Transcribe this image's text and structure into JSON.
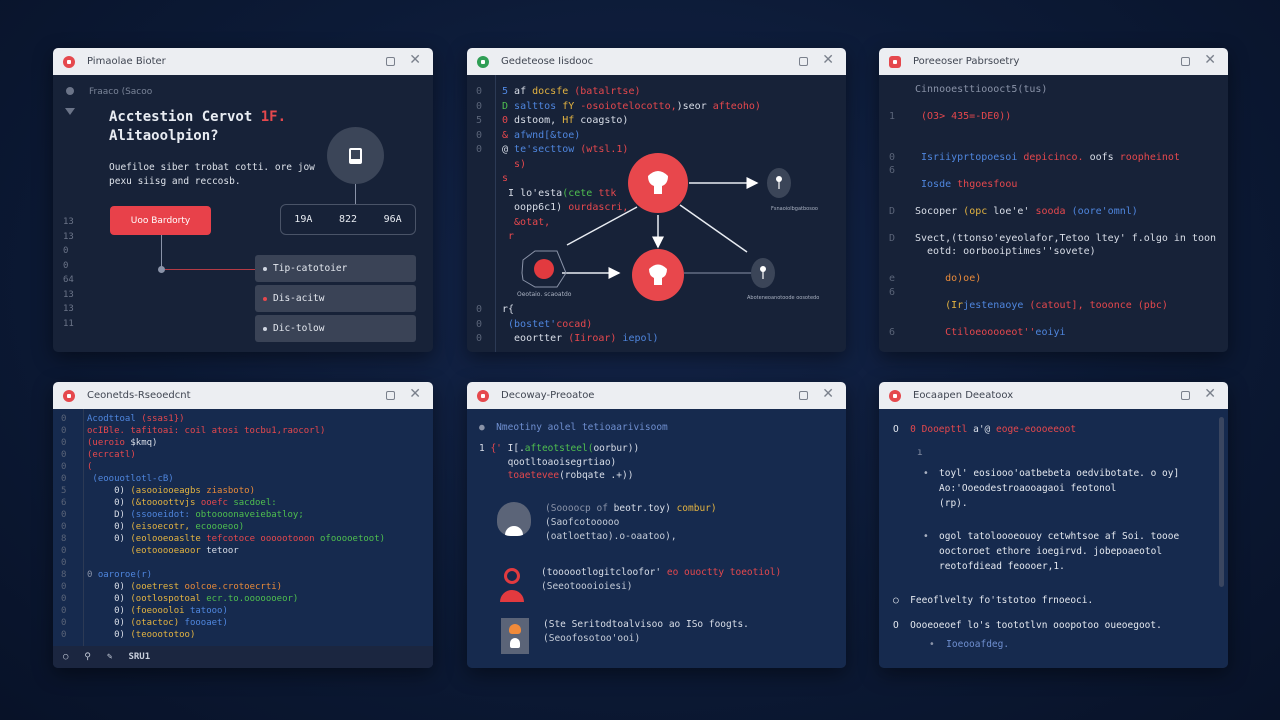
{
  "colors": {
    "accent": "#e5484d",
    "background": "#0c1a36",
    "panel": "#172238",
    "titlebar": "#eceef2"
  },
  "w1": {
    "title": "Pimaolae Bioter",
    "subtitle": "Fraaco (Sacoo",
    "heading_line1": "Acctestion Cervot ",
    "heading_accent": "1F.",
    "heading_line2": "Alitaoolpion?",
    "paragraph_line1": "Ouefiloe siber trobat cotti. ore jow",
    "paragraph_line2": "pexu siisg and reccosb.",
    "button": "Uoo Bardorty",
    "gutter": [
      "13",
      "13",
      "0",
      "0",
      "64",
      "13",
      "13",
      "11"
    ],
    "stats": [
      "19A",
      "822",
      "96A"
    ],
    "list": [
      {
        "label": "Tip-catotoier",
        "dot": "#cfd5e0"
      },
      {
        "label": "Dis-acitw",
        "dot": "#e5484d"
      },
      {
        "label": "Dic-tolow",
        "dot": "#cfd5e0"
      }
    ]
  },
  "w2": {
    "title": "Gedeteose Iisdooc",
    "lines": [
      {
        "g": "0",
        "s": [
          [
            "5 ",
            "b"
          ],
          [
            "af ",
            "w"
          ],
          [
            "docsfe ",
            "y"
          ],
          [
            "(batalrtse)",
            "r"
          ]
        ]
      },
      {
        "g": "0",
        "s": [
          [
            "D ",
            "gr"
          ],
          [
            "salttos ",
            "b"
          ],
          [
            "fY ",
            "y"
          ],
          [
            "-osoiotelocotto,",
            "r"
          ],
          [
            ")seor ",
            "w"
          ],
          [
            "afteoho)",
            "r"
          ]
        ]
      },
      {
        "g": "5",
        "s": [
          [
            "0 ",
            "r"
          ],
          [
            "dstoom, ",
            "w"
          ],
          [
            "Hf ",
            "y"
          ],
          [
            "coagsto)",
            "w"
          ]
        ]
      },
      {
        "g": "0",
        "s": [
          [
            "& ",
            "r"
          ],
          [
            "afwnd[&toe)",
            "b"
          ]
        ]
      },
      {
        "g": "0",
        "s": [
          [
            "@ ",
            "w"
          ],
          [
            "te'secttow ",
            "b"
          ],
          [
            "(wtsl.1)",
            "r"
          ]
        ]
      },
      {
        "g": "",
        "s": [
          [
            "  s)",
            "r"
          ]
        ]
      },
      {
        "g": "",
        "s": [
          [
            "s",
            "r"
          ]
        ]
      },
      {
        "g": "",
        "s": [
          [
            " I ",
            "w"
          ],
          [
            "lo'esta",
            "w"
          ],
          [
            "(cete ",
            "gr"
          ],
          [
            "ttk",
            "r"
          ]
        ]
      },
      {
        "g": "",
        "s": [
          [
            "  oopp6c1) ",
            "w"
          ],
          [
            "ourdascri,",
            "r"
          ]
        ]
      },
      {
        "g": "",
        "s": [
          [
            "  &otat,",
            "r"
          ]
        ]
      },
      {
        "g": "",
        "s": [
          [
            " r",
            "r"
          ]
        ]
      }
    ],
    "tail": [
      {
        "g": "0",
        "s": [
          [
            "r{",
            "w"
          ]
        ]
      },
      {
        "g": "0",
        "s": [
          [
            " (bostet'",
            "b"
          ],
          [
            "cocad)",
            "r"
          ]
        ]
      },
      {
        "g": "0",
        "s": [
          [
            "  eoortter ",
            "w"
          ],
          [
            "(Iiroar) ",
            "r"
          ],
          [
            "iepol)",
            "b"
          ]
        ]
      }
    ],
    "node_label_hex": "Oeotaio. scaoatdo",
    "node_label_top_right": "Fsnaoiolbgatbosoo",
    "node_label_bottom_right": "Aboteneoanotoode oosotedo"
  },
  "w3": {
    "title": "Poreeoser Pabrsoetry",
    "lines": [
      {
        "g": "",
        "s": [
          [
            "Cinnooesttioooct5(tus)",
            "gy"
          ]
        ]
      },
      {
        "g": "",
        "s": []
      },
      {
        "g": "1",
        "s": [
          [
            " (O3> 435=-DE0))",
            "r"
          ]
        ]
      },
      {
        "g": "",
        "s": []
      },
      {
        "g": "",
        "s": []
      },
      {
        "g": "0",
        "s": [
          [
            " Isriiyprtopoesoi ",
            "b"
          ],
          [
            "depicinco. ",
            "r"
          ],
          [
            "oofs ",
            "w"
          ],
          [
            "roopheinot",
            "r"
          ]
        ]
      },
      {
        "g": "6",
        "s": []
      },
      {
        "g": "",
        "s": [
          [
            " Iosde ",
            "b"
          ],
          [
            "thgoesfoou",
            "r"
          ]
        ]
      },
      {
        "g": "",
        "s": []
      },
      {
        "g": "D",
        "s": [
          [
            "Socoper ",
            "w"
          ],
          [
            "(opc ",
            "y"
          ],
          [
            "loe'e' ",
            "w"
          ],
          [
            "sooda ",
            "r"
          ],
          [
            "(oore'omnl)",
            "b"
          ]
        ]
      },
      {
        "g": "",
        "s": []
      },
      {
        "g": "D",
        "s": [
          [
            "Svect,(ttonso'eyeolafor,Tetoo ltey' f.olgo in toon",
            "w"
          ]
        ]
      },
      {
        "g": "",
        "s": [
          [
            "  eotd: oorbooiptimes''sovete)",
            "w"
          ]
        ]
      },
      {
        "g": "",
        "s": []
      },
      {
        "g": "e",
        "s": [
          [
            "     ",
            "w"
          ],
          [
            "do)oe)",
            "o"
          ]
        ]
      },
      {
        "g": "6",
        "s": []
      },
      {
        "g": "",
        "s": [
          [
            "     ",
            "w"
          ],
          [
            "(Ir",
            "y"
          ],
          [
            "jestenaoye ",
            "b"
          ],
          [
            "(catout], ",
            "r"
          ],
          [
            "tooonce (pbc)",
            "r"
          ]
        ]
      },
      {
        "g": "",
        "s": []
      },
      {
        "g": "6",
        "s": [
          [
            "     ",
            "w"
          ],
          [
            "Ctiloeooooeot''",
            "r"
          ],
          [
            "eoiyi",
            "b"
          ]
        ]
      }
    ]
  },
  "w4": {
    "title": "Ceonetds-Rseoedcnt",
    "lines": [
      {
        "g": "0",
        "s": [
          [
            "Acodttoal ",
            "b"
          ],
          [
            "(ssas1})",
            "r"
          ]
        ]
      },
      {
        "g": "0",
        "s": [
          [
            "ocIBle. tafitoai: coil atosi tocbu1,raocorl)",
            "r"
          ]
        ]
      },
      {
        "g": "0",
        "s": [
          [
            "(ueroio ",
            "r"
          ],
          [
            "$kmq)",
            "w"
          ]
        ]
      },
      {
        "g": "0",
        "s": [
          [
            "(ecrcatl)",
            "r"
          ]
        ]
      },
      {
        "g": "0",
        "s": [
          [
            "(",
            "r"
          ]
        ]
      },
      {
        "g": "0",
        "s": [
          [
            " ",
            "w"
          ],
          [
            "(eoouotlotl-cB)",
            "b"
          ]
        ]
      },
      {
        "g": "5",
        "s": [
          [
            "     0) ",
            "w"
          ],
          [
            "(asooiooeagbs ",
            "y"
          ],
          [
            "ziasboto)",
            "o"
          ]
        ]
      },
      {
        "g": "6",
        "s": [
          [
            "     0) ",
            "w"
          ],
          [
            "(&toooottvjs ",
            "y"
          ],
          [
            "ooefc ",
            "r"
          ],
          [
            "sacdoel:",
            "gr"
          ]
        ]
      },
      {
        "g": "0",
        "s": [
          [
            "     D) ",
            "w"
          ],
          [
            "(ssooeidot: ",
            "b"
          ],
          [
            "obtoooonaveiebatloy;",
            "gr"
          ]
        ]
      },
      {
        "g": "0",
        "s": [
          [
            "     0) ",
            "w"
          ],
          [
            "(eisoecotr, ",
            "y"
          ],
          [
            "ecoooeoo)",
            "gr"
          ]
        ]
      },
      {
        "g": "8",
        "s": [
          [
            "     0) ",
            "w"
          ],
          [
            "(eolooeoaslte ",
            "y"
          ],
          [
            "tefcotoce ",
            "r"
          ],
          [
            "oooootooon ",
            "r"
          ],
          [
            "ofooooetoot)",
            "gr"
          ]
        ]
      },
      {
        "g": "0",
        "s": [
          [
            "        (eotooooeaoor ",
            "y"
          ],
          [
            "tetoor",
            "w"
          ]
        ]
      },
      {
        "g": "0",
        "s": []
      },
      {
        "g": "8",
        "s": [
          [
            "0 ",
            "gy"
          ],
          [
            "oaroroe(r)",
            "b"
          ]
        ]
      },
      {
        "g": "0",
        "s": [
          [
            "     0) ",
            "w"
          ],
          [
            "(ooetrest ",
            "y"
          ],
          [
            "oolcoe.crotoecrti)",
            "o"
          ]
        ]
      },
      {
        "g": "0",
        "s": [
          [
            "     0) ",
            "w"
          ],
          [
            "(ootlospotoal ",
            "y"
          ],
          [
            "ecr.to.",
            "gr"
          ],
          [
            "ooooooeor)",
            "gr"
          ]
        ]
      },
      {
        "g": "0",
        "s": [
          [
            "     0) ",
            "w"
          ],
          [
            "(foeoooloi ",
            "y"
          ],
          [
            "tatooo)",
            "b"
          ]
        ]
      },
      {
        "g": "0",
        "s": [
          [
            "     0) ",
            "w"
          ],
          [
            "(otactoc) ",
            "y"
          ],
          [
            "foooaet)",
            "b"
          ]
        ]
      },
      {
        "g": "0",
        "s": [
          [
            "     0) ",
            "w"
          ],
          [
            "(teooototoo)",
            "y"
          ]
        ]
      }
    ],
    "status": "SRU1"
  },
  "w5": {
    "title": "Decoway-Preoatoe",
    "header": "Nmeotiny aolel tetioaarivisoom",
    "code": [
      {
        "s": [
          [
            "1 ",
            "w"
          ],
          [
            "{' ",
            "r"
          ],
          [
            "I[.",
            "w"
          ],
          [
            "afteotsteel(",
            "gr"
          ],
          [
            "oorbur))",
            "w"
          ]
        ]
      },
      {
        "s": [
          [
            "     qootltoaoisegrtiao)",
            "w"
          ]
        ]
      },
      {
        "s": [
          [
            "     toaetevee",
            "r"
          ],
          [
            "(robqate .+))",
            "w"
          ]
        ]
      }
    ],
    "entries": [
      {
        "icon": "person-icon",
        "l1": [
          [
            "(Soooocp of ",
            "gy"
          ],
          [
            "beotr.toy) ",
            "w"
          ],
          [
            "combur)",
            "y"
          ]
        ],
        "l2": "(Saofcotooooo",
        "l3": "(oatloettao).o-oaatoo),"
      },
      {
        "icon": "headset-person-icon",
        "l1": [
          [
            "(toooootlogitcloofor' ",
            "w"
          ],
          [
            "eo ouoctty toeotiol)",
            "r"
          ]
        ],
        "l2": "(Seeotoooioiesi)",
        "l3": ""
      },
      {
        "icon": "lamp-icon",
        "l1": [
          [
            "(Ste Seritodtoalvisoo ao ISo foogts.",
            "w"
          ]
        ],
        "l2": "(Seoofosotoo'ooi)",
        "l3": ""
      }
    ]
  },
  "w6": {
    "title": "Eocaapen Deeatoox",
    "heading": [
      [
        "0 ",
        "r"
      ],
      [
        "Dooepttl ",
        "r"
      ],
      [
        "a'@ ",
        "w"
      ],
      [
        "eoge-eoooeeoot",
        "r"
      ]
    ],
    "bullets": [
      {
        "lines": [
          "toyl' eosiooo'oatbebeta oedvibotate. o oy]",
          "Ao:'Ooeodestroaooagaoi feotonol",
          "(rp)."
        ]
      },
      {
        "lines": [
          "ogol tatoloooeouoy cetwhtsoe af Soi. toooe",
          "ooctoroet ethore ioegirvd. jobepoaeotol",
          "reotofdiead feoooer,1."
        ]
      }
    ],
    "item1": "Feeoflvelty fo'tstotoo frnoeoci.",
    "item2": "Oooeoeoef lo's toototlvn ooopotoo oueoegoot.",
    "sub": "Ioeooafdeg."
  }
}
